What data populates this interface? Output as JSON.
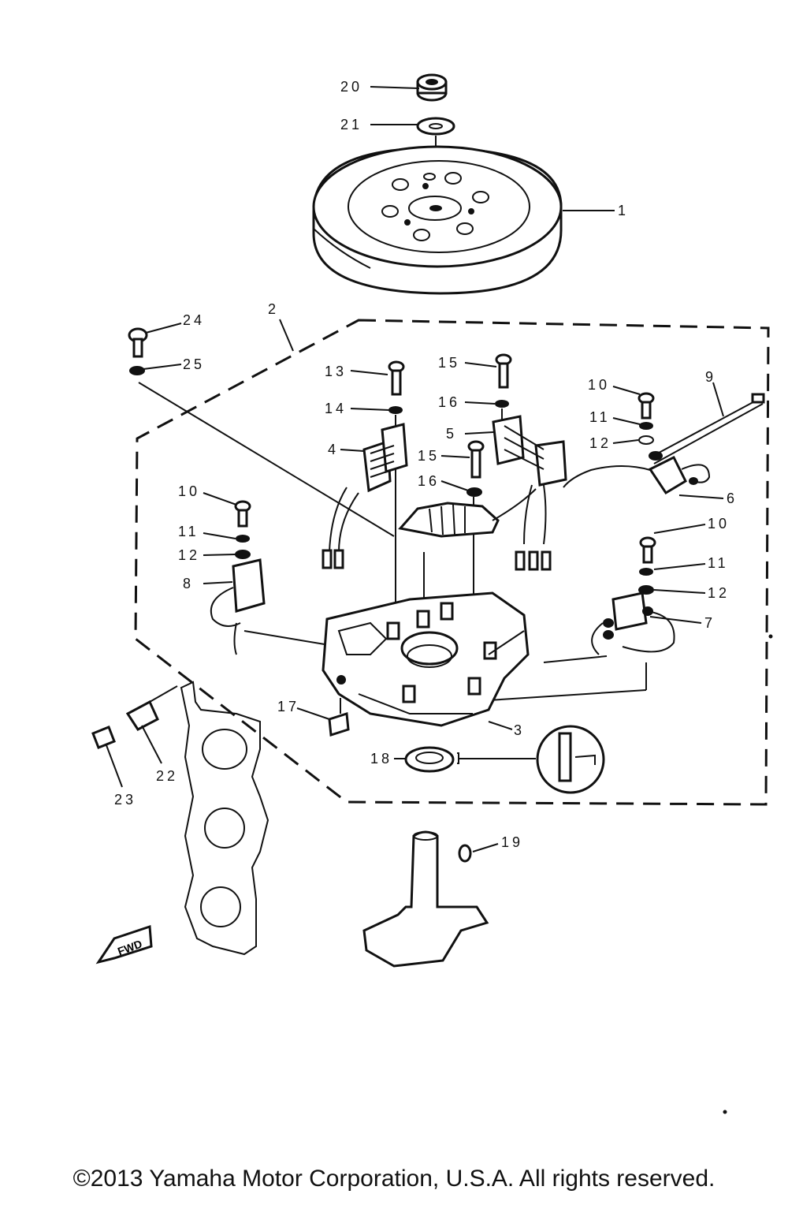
{
  "callouts": {
    "c1": "1",
    "c2": "2",
    "c3": "3",
    "c4": "4",
    "c5": "5",
    "c6": "6",
    "c7": "7",
    "c8": "8",
    "c9": "9",
    "c10a": "10",
    "c10b": "10",
    "c10c": "10",
    "c11a": "11",
    "c11b": "11",
    "c11c": "11",
    "c12a": "12",
    "c12b": "12",
    "c12c": "12",
    "c13": "13",
    "c14": "14",
    "c15a": "15",
    "c15b": "15",
    "c16a": "16",
    "c16b": "16",
    "c17": "17",
    "c18": "18",
    "c19": "19",
    "c20": "20",
    "c21": "21",
    "c22": "22",
    "c23": "23",
    "c24": "24",
    "c25": "25"
  },
  "fwd_label": "FWD",
  "copyright": "©2013 Yamaha Motor Corporation, U.S.A. All rights reserved."
}
